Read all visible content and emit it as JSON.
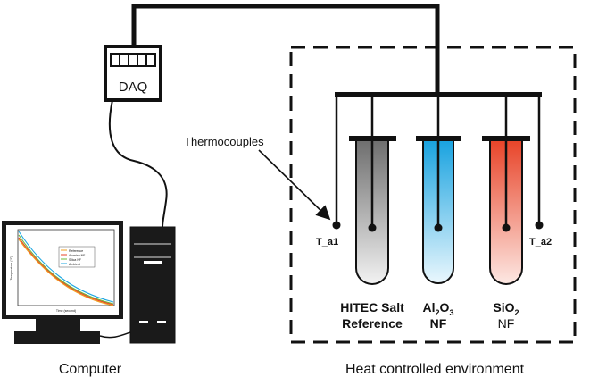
{
  "daq": {
    "label": "DAQ"
  },
  "thermocouples_label": "Thermocouples",
  "ambient_probes": {
    "left": "T_a1",
    "right": "T_a2"
  },
  "tubes": [
    {
      "line1": "HITEC Salt",
      "line2": "Reference",
      "fill_color": "#8a8a8a"
    },
    {
      "line1_main": "Al",
      "line1_sub1": "2",
      "line1_mid": "O",
      "line1_sub2": "3",
      "line2": "NF",
      "fill_color": "#1ea7e1"
    },
    {
      "line1_main": "SiO",
      "line1_sub1": "2",
      "line2": "NF",
      "fill_color": "#e8452a"
    }
  ],
  "monitor_legend": [
    "Reference",
    "Alumina NF",
    "Silica NF",
    "Ambient"
  ],
  "monitor_axes": {
    "ylabel": "Temperature (°C)",
    "xlabel": "Time (second)"
  },
  "captions": {
    "computer": "Computer",
    "environment": "Heat controlled environment"
  },
  "colors": {
    "line": "#111111",
    "ref": "#8a8a8a",
    "alumina": "#1ea7e1",
    "silica": "#e8452a"
  }
}
